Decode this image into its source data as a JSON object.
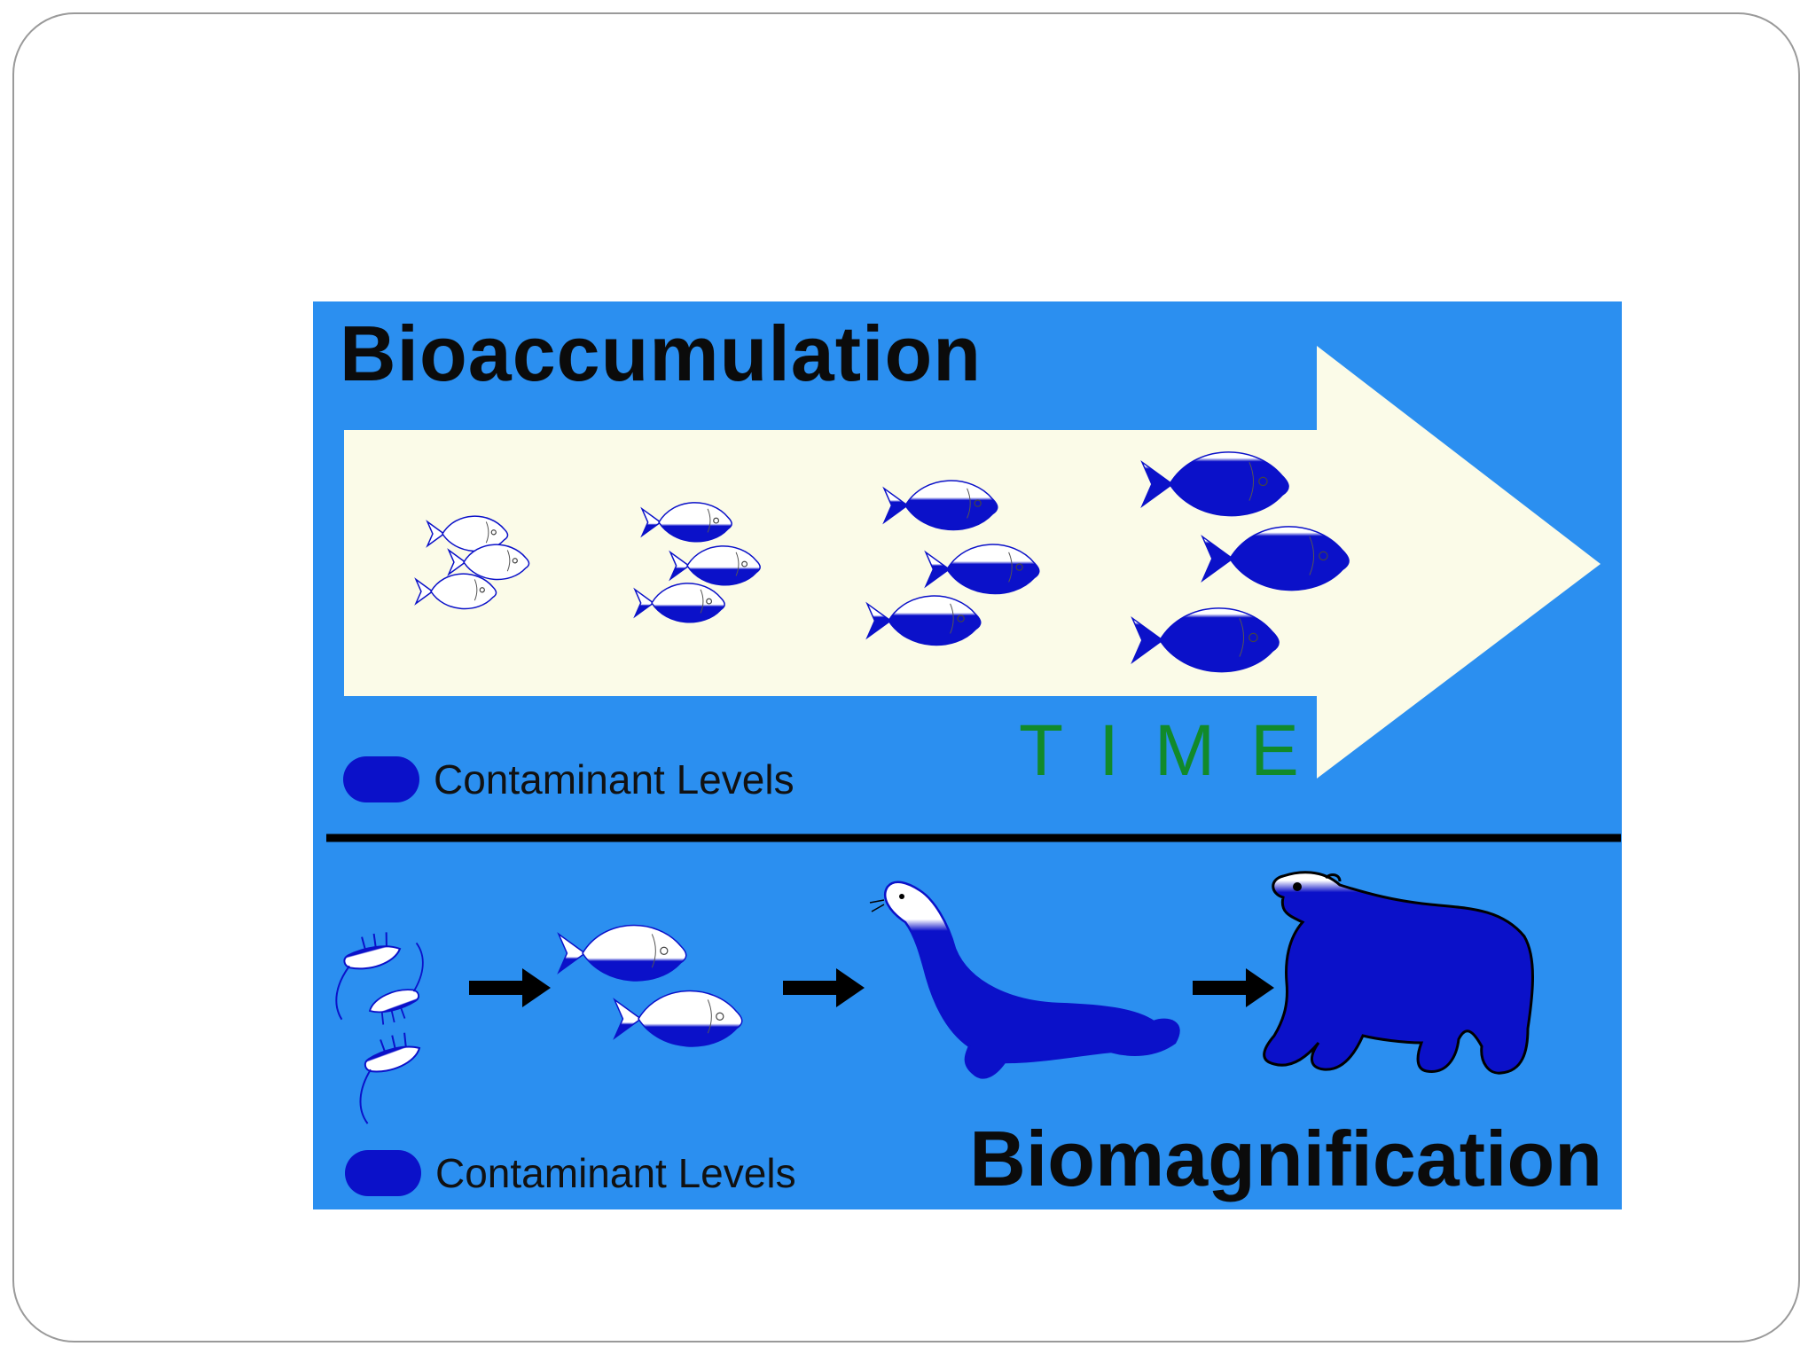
{
  "diagram": {
    "top_title": "Bioaccumulation",
    "bottom_title": "Biomagnification",
    "time_label": "TIME",
    "legend_top": "Contaminant Levels",
    "legend_bottom": "Contaminant Levels",
    "colors": {
      "background": "#2b8ff0",
      "arrow_fill": "#fbfbe8",
      "contaminant": "#0b11c9",
      "time_text": "#118a2a",
      "divider": "#000000"
    },
    "bioaccumulation_levels": [
      0.0,
      0.4,
      0.6,
      0.85
    ],
    "biomagnification_levels": [
      0.15,
      0.35,
      0.75,
      0.9
    ]
  }
}
